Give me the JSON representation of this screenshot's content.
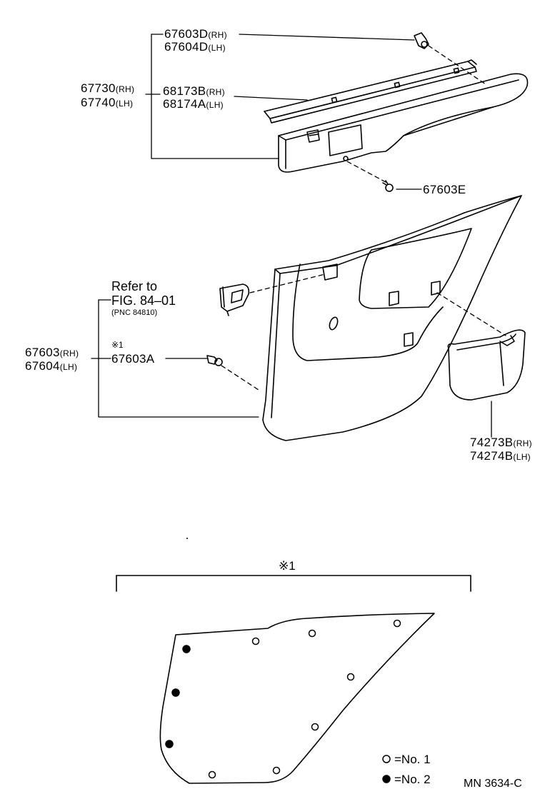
{
  "labels": {
    "p67603D": "67603D",
    "p67603D_side": "(RH)",
    "p67604D": "67604D",
    "p67604D_side": "(LH)",
    "p67730": "67730",
    "p67730_side": "(RH)",
    "p67740": "67740",
    "p67740_side": "(LH)",
    "p68173B": "68173B",
    "p68173B_side": "(RH)",
    "p68174A": "68174A",
    "p68174A_side": "(LH)",
    "p67603E": "67603E",
    "refer_line1": "Refer to",
    "refer_line2": "FIG. 84–01",
    "refer_line3": "(PNC 84810)",
    "p67603": "67603",
    "p67603_side": "(RH)",
    "p67604": "67604",
    "p67604_side": "(LH)",
    "note_mark": "※1",
    "p67603A": "67603A",
    "p74273B": "74273B",
    "p74273B_side": "(RH)",
    "p74274B": "74274B",
    "p74274B_side": "(LH)",
    "detail_mark": "※1"
  },
  "legend": {
    "no1": "=No. 1",
    "no2": "=No. 2"
  },
  "diagram_code": "MN 3634-C"
}
